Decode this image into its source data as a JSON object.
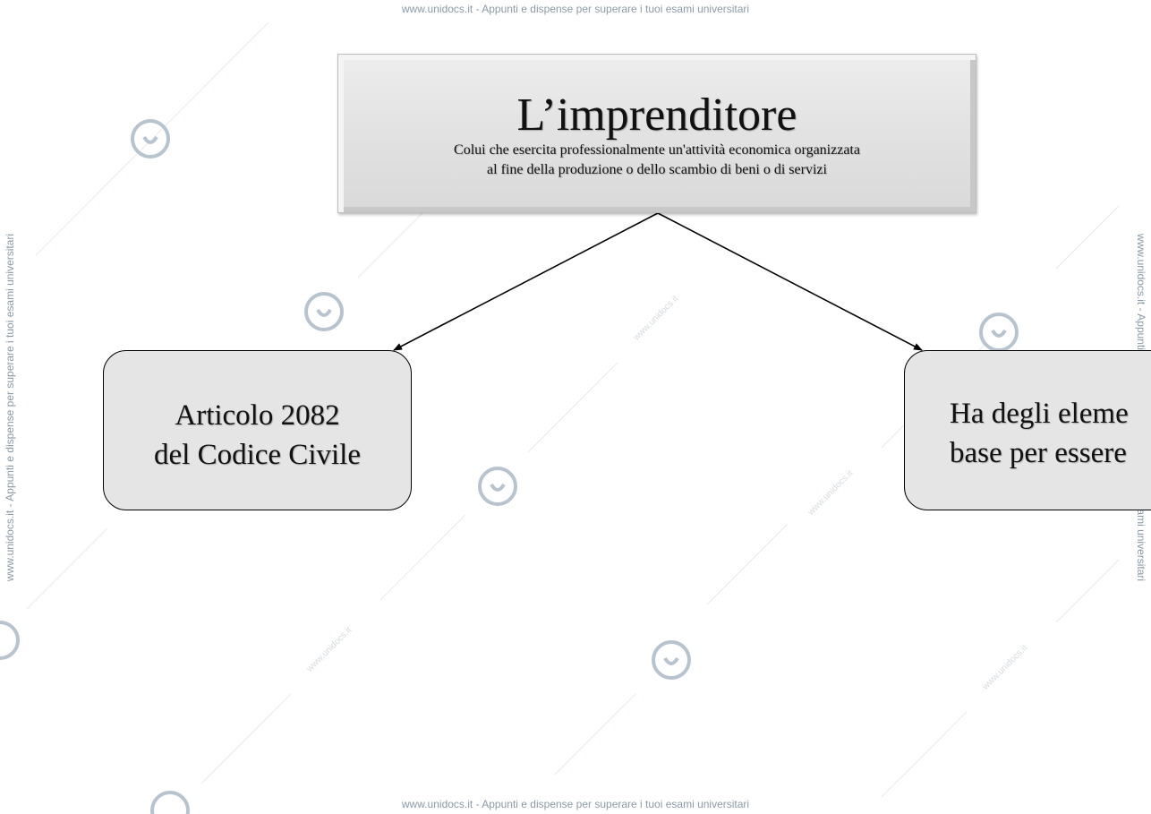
{
  "watermark": {
    "header_text": "www.unidocs.it - Appunti e dispense per superare i tuoi esami universitari",
    "footer_text": "www.unidocs.it - Appunti e dispense per superare i tuoi esami universitari",
    "side_text": "www.unidocs.it - Appunti e dispense per superare i tuoi esami universitari",
    "diagonal_text": "www.unidocs.it",
    "icon": "unidocs-logo-icon"
  },
  "diagram": {
    "root": {
      "title": "L’imprenditore",
      "description_line_1": "Colui che esercita professionalmente un'attività economica organizzata",
      "description_line_2": "al fine della produzione o dello scambio di beni o di servizi"
    },
    "left_child": {
      "line_1": "Articolo 2082",
      "line_2": "del Codice Civile"
    },
    "right_child": {
      "line_1": "Ha degli eleme",
      "line_2": "base per essere"
    }
  },
  "colors": {
    "box_fill": "#e5e5e5",
    "watermark": "#8a9aa8",
    "connector": "#000000"
  }
}
